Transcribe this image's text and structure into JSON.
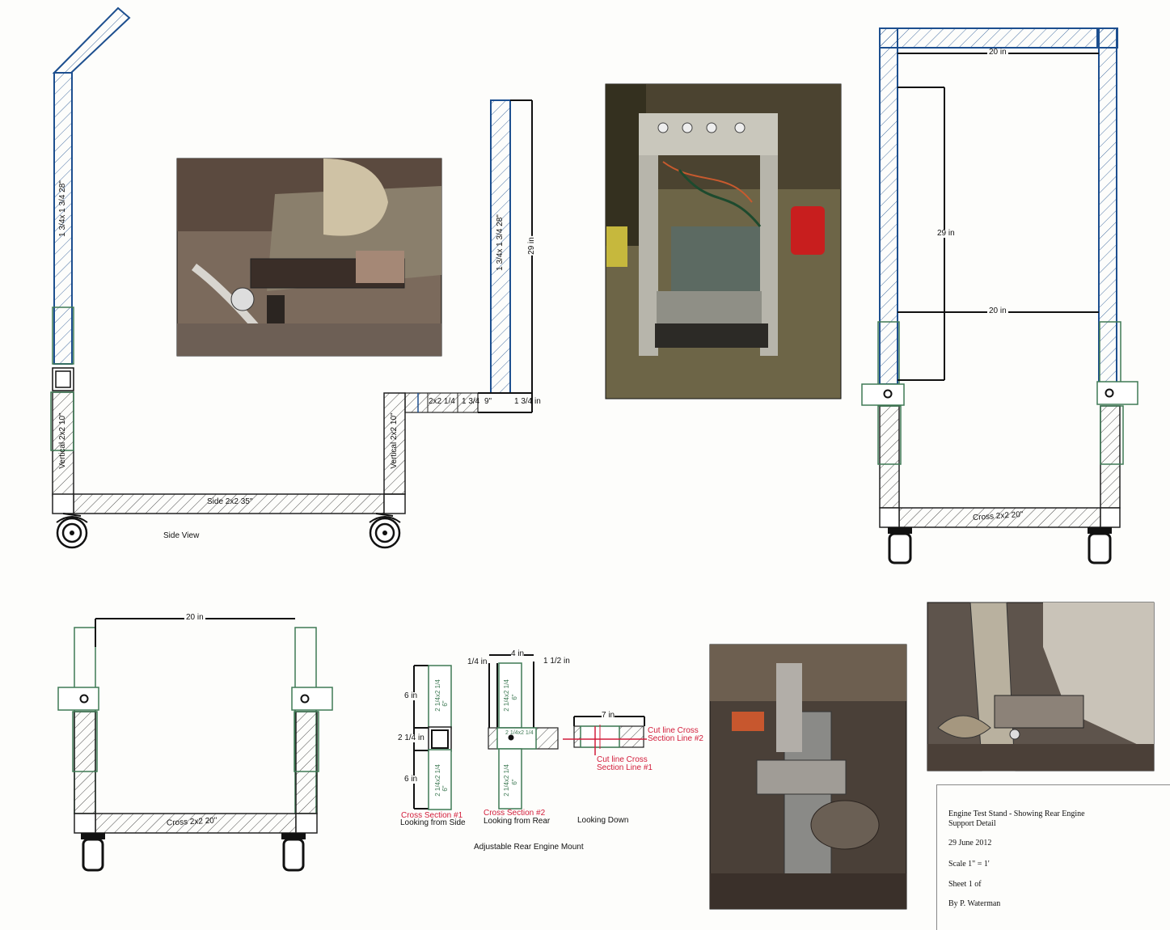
{
  "colors": {
    "blue": "#1d4f8f",
    "green": "#3f7a55",
    "red": "#d21c3a",
    "ink": "#111111"
  },
  "side_view": {
    "tube_label": "1 3/4x 1 3/4  28\"",
    "vertical_left": "Vertical 2x2 10\"",
    "vertical_right": "Vertical 2x2 10\"",
    "side_beam": "Side 2x2 35\"",
    "caption": "Side View",
    "upright_label": "1 3/4x 1 3/4  28\"",
    "height_dim": "29 in",
    "offset_small": "2x2 1/4",
    "offset_mid": "1 3/4",
    "offset_len": "9\"",
    "offset_height": "1 3/4 in"
  },
  "front_view": {
    "top_width": "20 in",
    "mid_width": "20 in",
    "height": "29 in",
    "cross": "Cross 2x2 20\""
  },
  "bottom_view": {
    "width": "20 in",
    "cross": "Cross 2x2 20\""
  },
  "mount": {
    "cs1": {
      "top_dim": "6 in",
      "mid_dim": "2 1/4 in",
      "bottom_dim": "6 in",
      "top_tube": "2 1/4x2 1/4",
      "top_tube2": "6\"",
      "bottom_tube": "2 1/4x2 1/4",
      "bottom_tube2": "6\"",
      "title": "Cross Section #1",
      "subtitle": "Looking from Side"
    },
    "cs2": {
      "width_dim": "4 in",
      "left_dim": "1/4 in",
      "right_dim": "1 1/2 in",
      "top_tube": "2 1/4x2 1/4",
      "top_tube2": "6\"",
      "mid_tube": "2 1/4x2 1/4",
      "bottom_tube": "2 1/4x2 1/4",
      "bottom_tube2": "6\"",
      "title": "Cross Section #2",
      "subtitle": "Looking from Rear"
    },
    "down": {
      "width_dim": "7 in",
      "cut2": "Cut line Cross Section Line #2",
      "cut1": "Cut line Cross Section Line #1",
      "subtitle": "Looking Down"
    },
    "caption": "Adjustable Rear Engine Mount"
  },
  "title_block": {
    "line1": "Engine Test Stand - Showing Rear Engine",
    "line2": "Support Detail",
    "date": "29 June 2012",
    "scale": "Scale   1\" = 1'",
    "sheet": "Sheet 1  of",
    "author": "By P. Waterman"
  }
}
